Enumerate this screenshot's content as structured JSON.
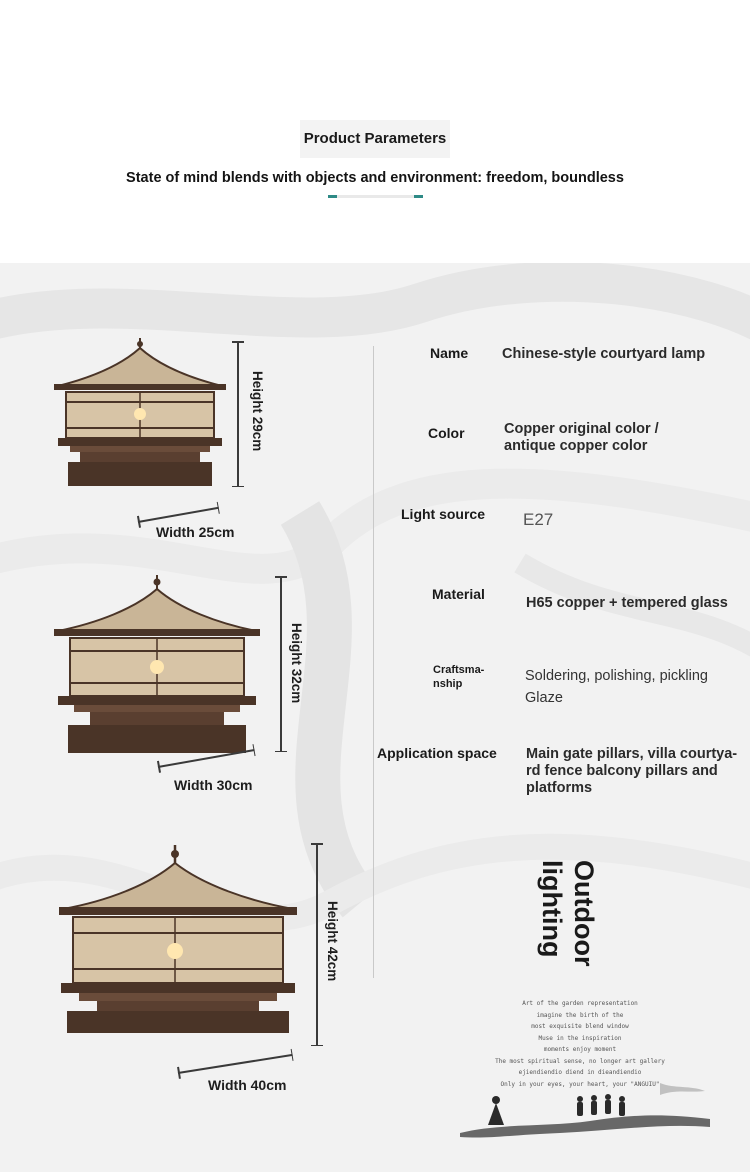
{
  "header": {
    "title": "Product Parameters",
    "subtitle": "State of mind blends with objects and environment: freedom, boundless"
  },
  "colors": {
    "accent": "#2e8a86",
    "panel_bg": "#f2f2f2",
    "lamp_frame": "#4a3427",
    "glass": "#c9b597"
  },
  "lamps": [
    {
      "height": "Height 29cm",
      "width": "Width 25cm"
    },
    {
      "height": "Height 32cm",
      "width": "Width 30cm"
    },
    {
      "height": "Height 42cm",
      "width": "Width 40cm"
    }
  ],
  "params": [
    {
      "label": "Name",
      "value": "Chinese-style courtyard lamp"
    },
    {
      "label": "Color",
      "value": "Copper original color / antique copper color"
    },
    {
      "label": "Light source",
      "value": "E27"
    },
    {
      "label": "Material",
      "value": "H65 copper + tempered glass"
    },
    {
      "label": "Craftsma-nship",
      "value": "Soldering, polishing, pickling Glaze"
    },
    {
      "label": "Application space",
      "value": "Main gate pillars, villa courtya-rd fence balcony pillars and platforms"
    }
  ],
  "vertical_title": "Outdoor lighting",
  "poem_lines": [
    "Art of the garden representation",
    "imagine the birth of the",
    "most exquisite blend window",
    "Muse in the inspiration",
    "moments enjoy moment",
    "The most spiritual sense, no longer art gallery",
    "ejiendiendio diend in dieandiendio",
    "Only in your eyes, your heart, your \"ANGUIU\""
  ]
}
